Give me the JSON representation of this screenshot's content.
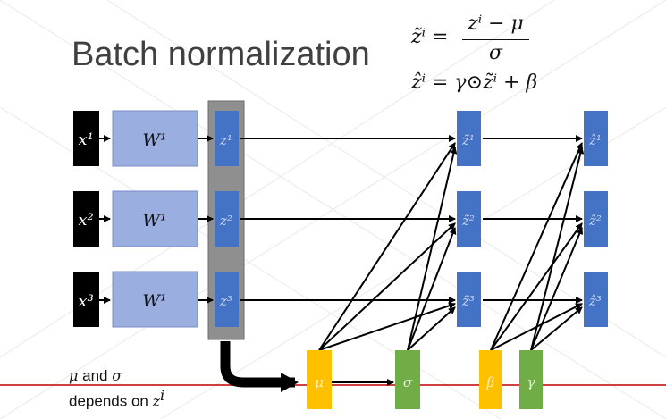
{
  "title": "Batch normalization",
  "formula_1": {
    "lhs": "z̃ⁱ =",
    "numerator": "zⁱ − μ",
    "denominator": "σ"
  },
  "formula_2": "ẑⁱ = γ⊙z̃ⁱ + β",
  "inputs": [
    "x¹",
    "x²",
    "x³"
  ],
  "weights": [
    "W¹",
    "W¹",
    "W¹"
  ],
  "z": [
    "z¹",
    "z²",
    "z³"
  ],
  "z_tilde": [
    "z̃¹",
    "z̃²",
    "z̃³"
  ],
  "z_hat": [
    "ẑ¹",
    "ẑ²",
    "ẑ³"
  ],
  "stats": {
    "mu": "μ",
    "sigma": "σ",
    "beta": "β",
    "gamma": "γ"
  },
  "note": {
    "line1_mu": "μ",
    "line1_and": " and ",
    "line1_sigma": "σ",
    "line2_text": "depends on ",
    "line2_z": "z",
    "line2_i": "i"
  },
  "colors": {
    "input": "#000000",
    "weight": "#9aaee0",
    "node": "#4472c4",
    "mu": "#ffc000",
    "green": "#70ad47",
    "redline": "#c00000",
    "highlight": "#8f8f8f"
  }
}
